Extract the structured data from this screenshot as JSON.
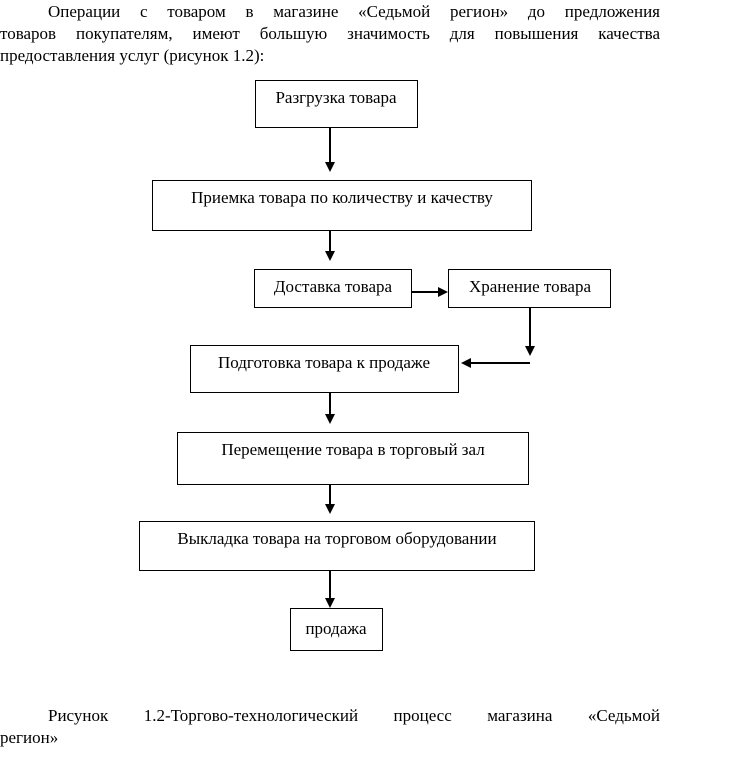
{
  "intro": {
    "line1": "Операции с товаром в магазине «Седьмой регион» до предложения",
    "line2": "товаров покупателям, имеют большую значимость для повышения качества",
    "line3": "предоставления услуг (рисунок 1.2):"
  },
  "steps": {
    "unloading": "Разгрузка товара",
    "acceptance": "Приемка товара по количеству и качеству",
    "delivery": "Доставка товара",
    "storage": "Хранение товара",
    "preparation": "Подготовка товара к продаже",
    "moving": "Перемещение товара в торговый зал",
    "display": "Выкладка товара на торговом оборудовании",
    "sale": "продажа"
  },
  "caption": {
    "line1": "Рисунок 1.2-Торгово-технологический процесс магазина «Седьмой",
    "line2": "регион»"
  }
}
